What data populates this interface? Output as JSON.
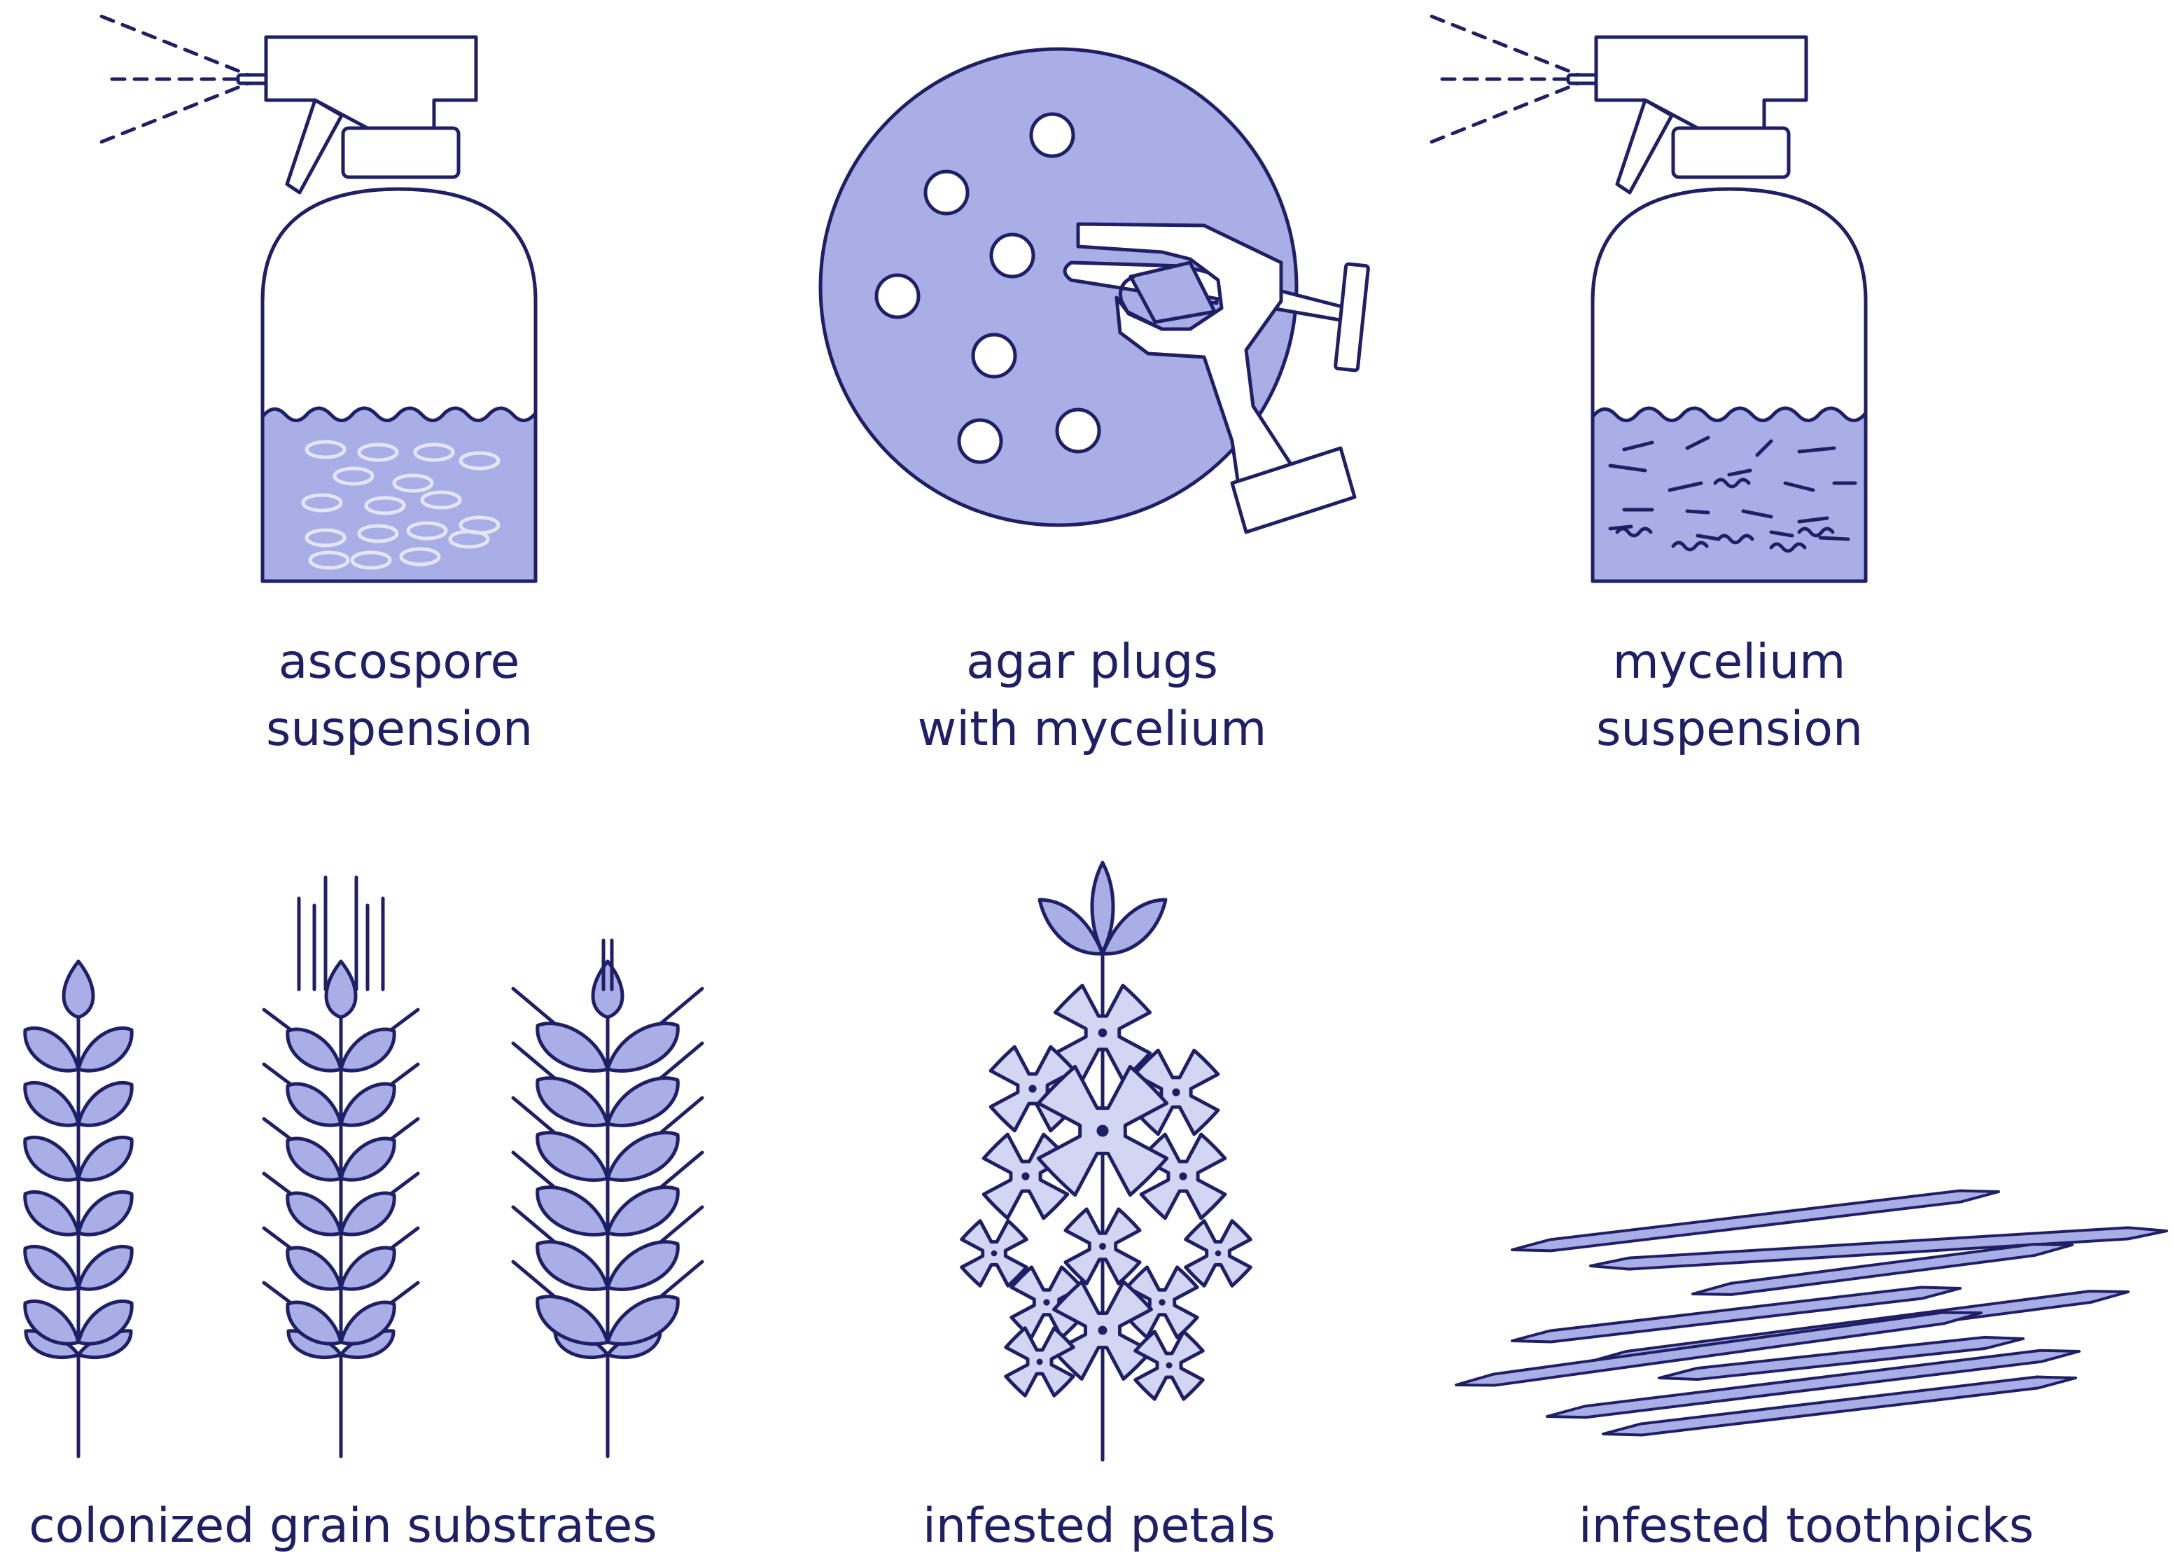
{
  "colors": {
    "stroke": "#1f1f66",
    "fill": "#aaaee6",
    "fill_light": "#d3d6f3",
    "white": "#ffffff",
    "spore": "#e4e6f8"
  },
  "panels": {
    "ascospore": {
      "line1": "ascospore",
      "line2": "suspension",
      "icon": "spray-bottle-icon"
    },
    "agar": {
      "line1": "agar plugs",
      "line2": "with mycelium",
      "icon": "agar-plate-icon"
    },
    "mycelium": {
      "line1": "mycelium",
      "line2": "suspension",
      "icon": "spray-bottle-icon"
    },
    "grain": {
      "line1": "colonized grain substrates",
      "icon": "grain-spike-icon"
    },
    "petals": {
      "line1": "infested petals",
      "icon": "flower-cluster-icon"
    },
    "toothpicks": {
      "line1": "infested toothpicks",
      "icon": "toothpick-icon"
    }
  }
}
